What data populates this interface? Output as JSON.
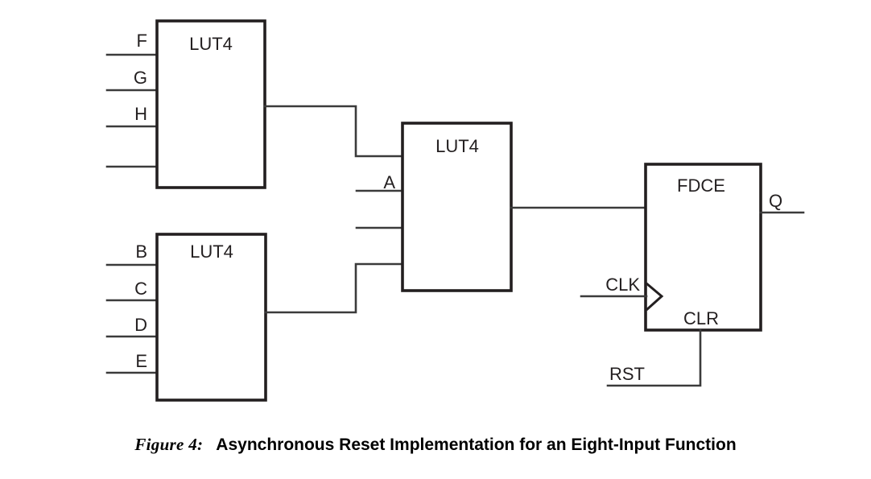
{
  "figure": {
    "number_label": "Figure 4:",
    "title": "Asynchronous Reset Implementation for an Eight-Input Function"
  },
  "blocks": {
    "lut_top": {
      "label": "LUT4"
    },
    "lut_bottom": {
      "label": "LUT4"
    },
    "lut_mid": {
      "label": "LUT4"
    },
    "flipflop": {
      "label": "FDCE",
      "clr_label": "CLR"
    }
  },
  "signals": {
    "f": "F",
    "g": "G",
    "h": "H",
    "b": "B",
    "c": "C",
    "d": "D",
    "e": "E",
    "a": "A",
    "clk": "CLK",
    "rst": "RST",
    "q": "Q"
  },
  "colors": {
    "background": "#ffffff",
    "wire": "#3b3b3b",
    "outline": "#231f20",
    "text": "#231f20"
  }
}
